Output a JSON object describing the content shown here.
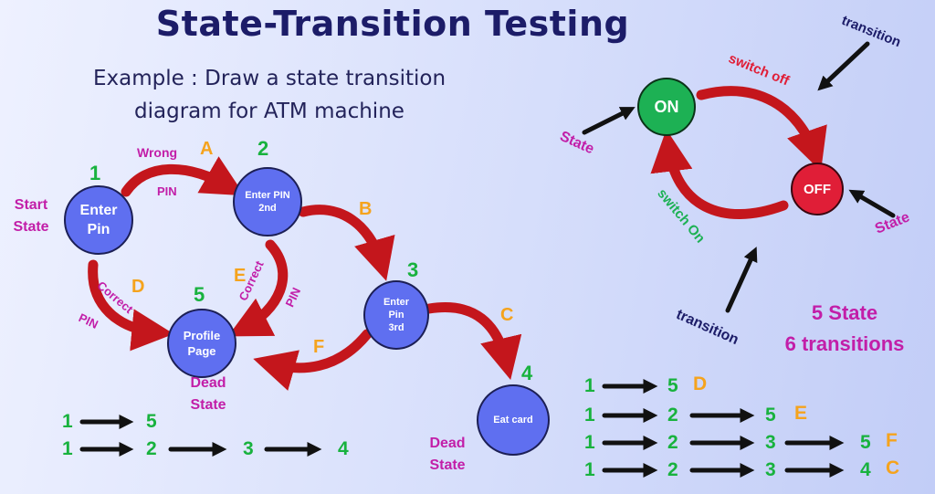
{
  "title": "State-Transition Testing",
  "example": {
    "line1": "Example : Draw a state transition",
    "line2": "diagram  for ATM machine"
  },
  "atm": {
    "states": [
      {
        "id": "1",
        "label_line1": "Enter",
        "label_line2": "Pin"
      },
      {
        "id": "2",
        "label_line1": "Enter PIN",
        "label_line2": "2nd"
      },
      {
        "id": "3",
        "label_line1": "Enter",
        "label_line2": "Pin",
        "label_line3": "3rd"
      },
      {
        "id": "4",
        "label_line1": "Eat card"
      },
      {
        "id": "5",
        "label_line1": "Profile",
        "label_line2": "Page"
      }
    ],
    "start_state": {
      "line1": "Start",
      "line2": "State"
    },
    "dead_state_5": {
      "line1": "Dead",
      "line2": "State"
    },
    "dead_state_4": {
      "line1": "Dead",
      "line2": "State"
    },
    "transitions": [
      {
        "letter": "A",
        "text1": "Wrong",
        "text2": "PIN"
      },
      {
        "letter": "B"
      },
      {
        "letter": "C"
      },
      {
        "letter": "D",
        "text1": "Correct",
        "text2": "PIN"
      },
      {
        "letter": "E",
        "text1": "Correct",
        "text2": "PIN"
      },
      {
        "letter": "F"
      }
    ]
  },
  "toggle": {
    "on": "ON",
    "off": "OFF",
    "switch_off": "switch off",
    "switch_on": "switch On",
    "transition_top": "transition",
    "transition_bottom": "transition",
    "state_left": "State",
    "state_right": "State"
  },
  "summary": {
    "line1": "5 State",
    "line2": "6 transitions"
  },
  "left_sequences": [
    [
      "1",
      "5"
    ],
    [
      "1",
      "2",
      "3",
      "4"
    ]
  ],
  "right_sequences": [
    {
      "nums": [
        "1",
        "5"
      ],
      "letter": "D"
    },
    {
      "nums": [
        "1",
        "2",
        "5"
      ],
      "letter": "E"
    },
    {
      "nums": [
        "1",
        "2",
        "3",
        "5"
      ],
      "letter": "F"
    },
    {
      "nums": [
        "1",
        "2",
        "3",
        "4"
      ],
      "letter": "C"
    }
  ],
  "colors": {
    "title": "#1c1c68",
    "state_fill": "#5f6ff0",
    "arrow_red": "#c4161c",
    "green": "#18b23e",
    "orange": "#f5a31d",
    "magenta": "#c21ea8",
    "on_green": "#1db154",
    "off_red": "#e01e37"
  },
  "icons": [
    "black-arrow-icon",
    "curved-red-arrow-icon"
  ]
}
